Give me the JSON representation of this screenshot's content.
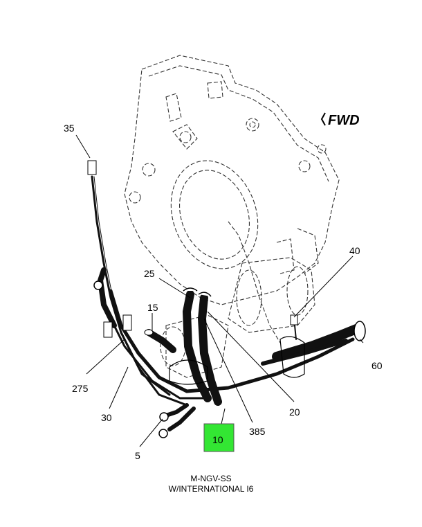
{
  "orientation": {
    "label": "FWD"
  },
  "callouts": [
    {
      "id": "35",
      "label": "35"
    },
    {
      "id": "25",
      "label": "25"
    },
    {
      "id": "15",
      "label": "15"
    },
    {
      "id": "40",
      "label": "40"
    },
    {
      "id": "60",
      "label": "60"
    },
    {
      "id": "275",
      "label": "275"
    },
    {
      "id": "30",
      "label": "30"
    },
    {
      "id": "20",
      "label": "20"
    },
    {
      "id": "385",
      "label": "385"
    },
    {
      "id": "5",
      "label": "5"
    },
    {
      "id": "10",
      "label": "10"
    }
  ],
  "highlight": {
    "callout_id": "10",
    "color": "#33e633"
  },
  "caption": {
    "line1": "M-NGV-SS",
    "line2": "W/INTERNATIONAL I6"
  }
}
